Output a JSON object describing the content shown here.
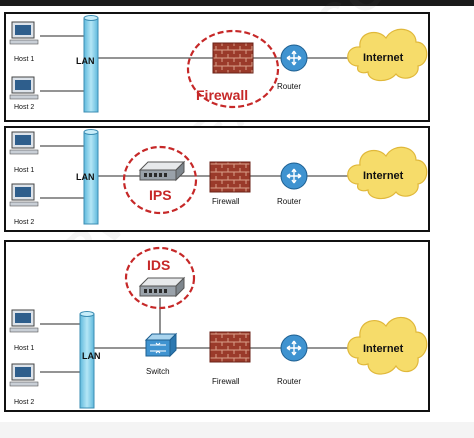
{
  "labels": {
    "host1": "Host 1",
    "host2": "Host 2",
    "lan": "LAN",
    "router": "Router",
    "internet": "Internet",
    "firewall": "Firewall",
    "ips": "IPS",
    "ids": "IDS",
    "switch": "Switch"
  },
  "watermark": "IPWITHEASE.COM",
  "colors": {
    "highlight_ring": "#c62828",
    "highlight_text": "#c62828",
    "cloud_fill": "#f6dc6a",
    "router_fill": "#3f93d0",
    "lan_fill": "#8fd3ec",
    "brick": "#9a3a2a",
    "line": "#555555"
  },
  "icons": [
    "computer-icon",
    "lan-cylinder-icon",
    "firewall-brick-icon",
    "router-icon",
    "cloud-icon",
    "ips-appliance-icon",
    "switch-icon"
  ]
}
